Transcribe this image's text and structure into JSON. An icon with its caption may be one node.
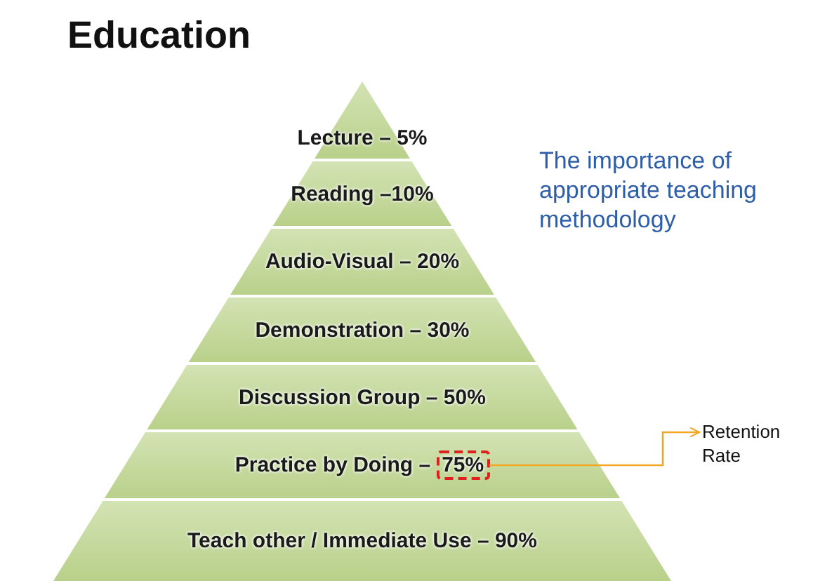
{
  "diagram": {
    "title": "Education",
    "nodes": [
      {
        "text": [
          "Lecture – 5%"
        ]
      },
      {
        "text": [
          "Reading –10%"
        ]
      },
      {
        "text": [
          "Audio-Visual – 20%"
        ]
      },
      {
        "text": [
          "Demonstration – 30%"
        ]
      },
      {
        "text": [
          "Discussion Group – 50%"
        ]
      },
      {
        "text": [
          "Practice by Doing –"
        ]
      },
      {
        "text": [
          "75%"
        ],
        "in": 5
      },
      {
        "text": [
          "Retention Rate"
        ]
      },
      {
        "text": [
          "Teach other / Immediate Use – 90%"
        ]
      }
    ],
    "edges": [
      {
        "from": 6,
        "to": 7,
        "arrow": "to",
        "color": "#f5a623"
      }
    ],
    "labels": [
      "The importance of appropriate teaching methodology"
    ]
  }
}
